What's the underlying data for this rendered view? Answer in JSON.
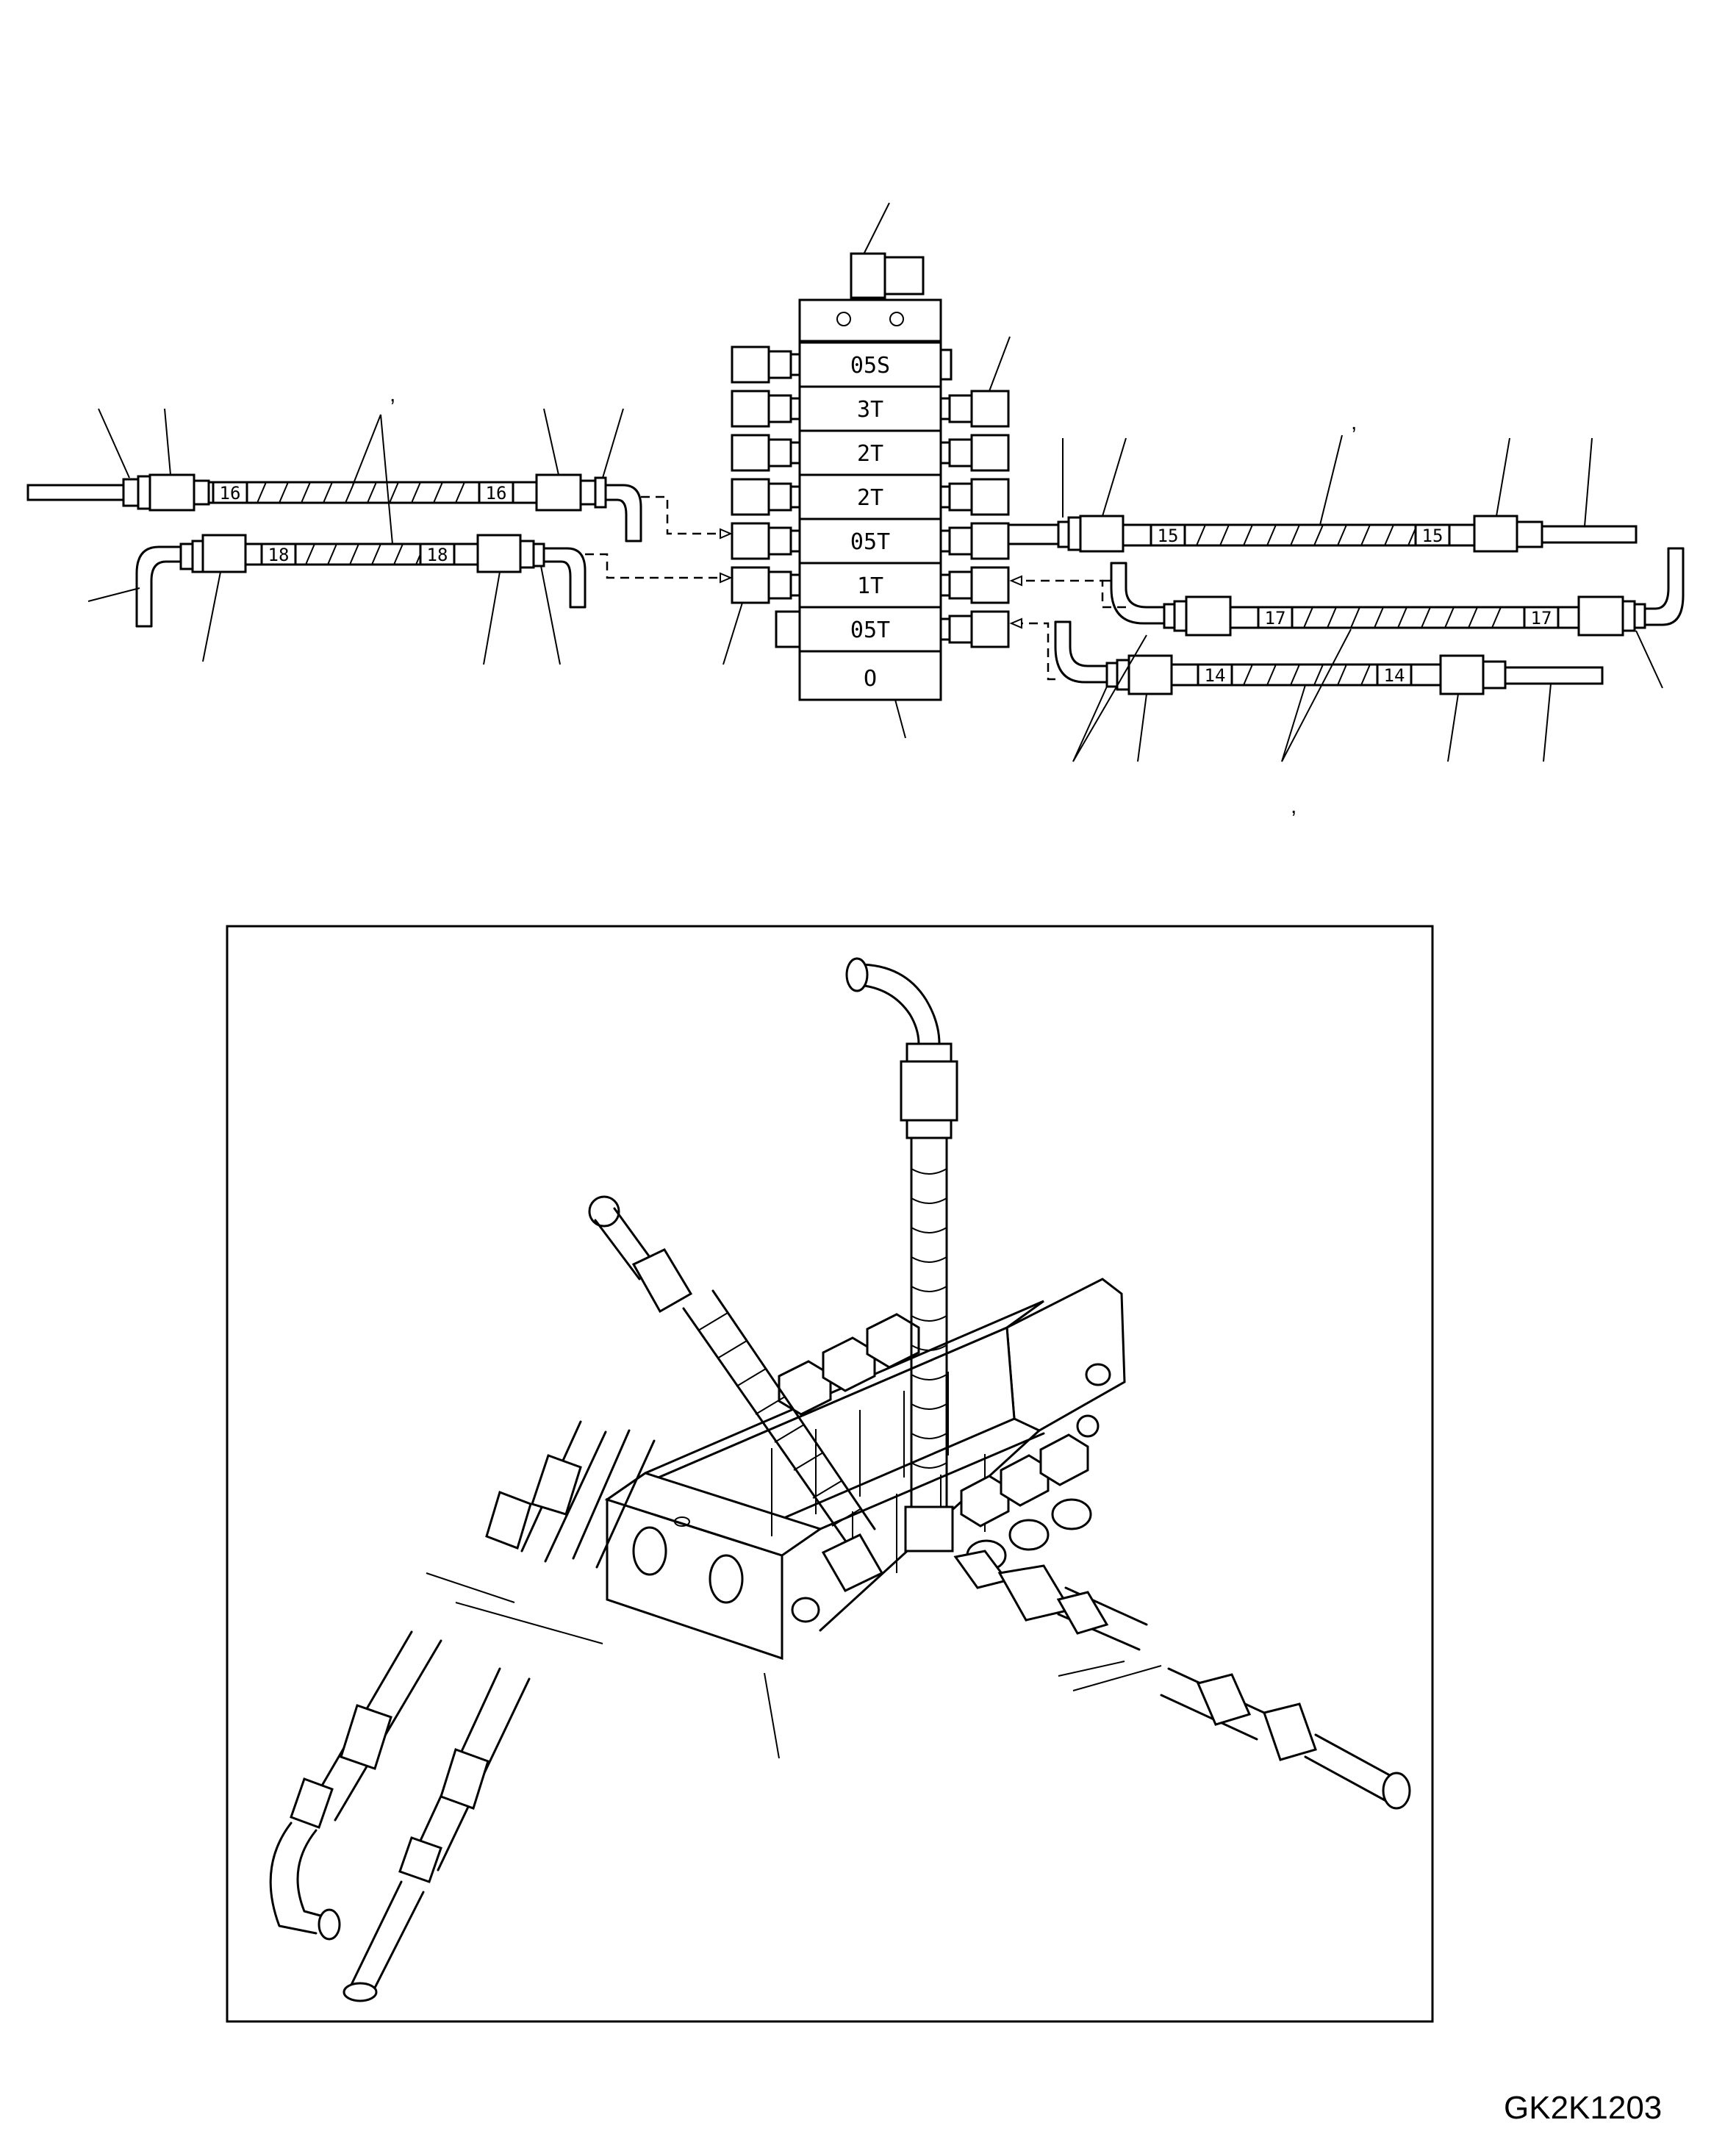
{
  "manifold": {
    "sections": [
      {
        "key": "s1",
        "label": "05S"
      },
      {
        "key": "s2",
        "label": "3T"
      },
      {
        "key": "s3",
        "label": "2T"
      },
      {
        "key": "s4",
        "label": "2T"
      },
      {
        "key": "s5",
        "label": "05T"
      },
      {
        "key": "s6",
        "label": "1T"
      },
      {
        "key": "s7",
        "label": "05T"
      }
    ],
    "base_label": "O"
  },
  "hose_tags": {
    "h16": "16",
    "h18": "18",
    "h15": "15",
    "h17": "17",
    "h14": "14"
  },
  "commas": {
    "c1": ",",
    "c2": ",",
    "c3": ","
  },
  "drawing_code": "GK2K1203"
}
